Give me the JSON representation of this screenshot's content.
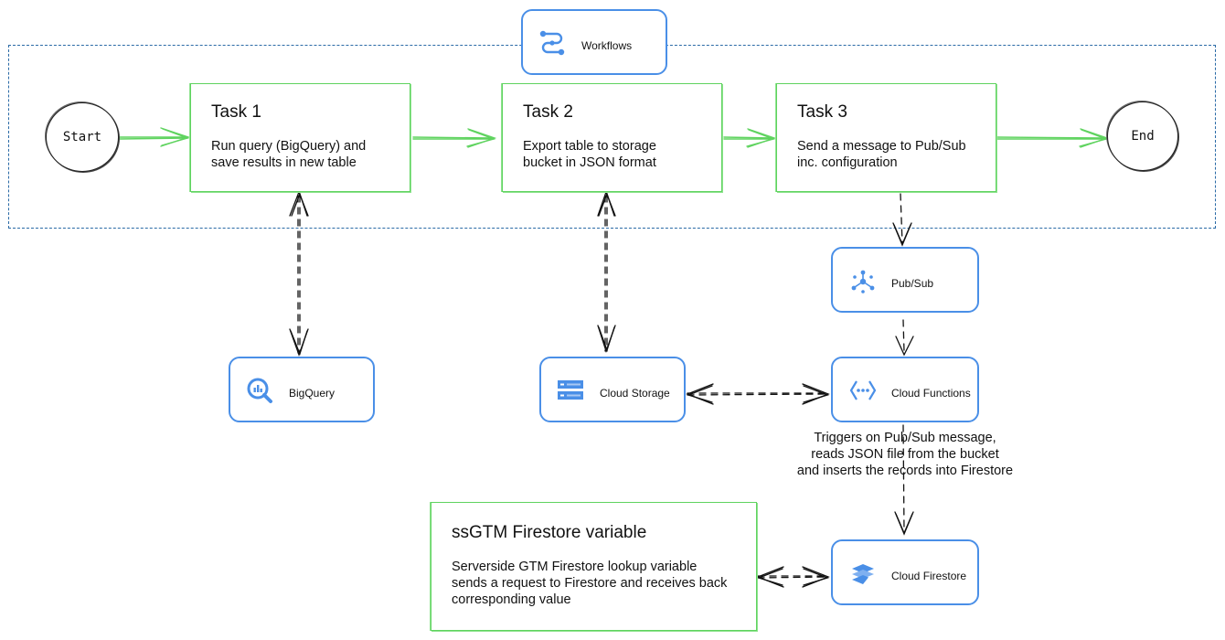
{
  "start_label": "Start",
  "end_label": "End",
  "workflows": {
    "label": "Workflows",
    "icon": "workflows-icon"
  },
  "tasks": [
    {
      "title": "Task 1",
      "desc": "Run query (BigQuery) and\nsave results in new table"
    },
    {
      "title": "Task 2",
      "desc": "Export table to storage\nbucket in JSON format"
    },
    {
      "title": "Task 3",
      "desc": "Send a message to Pub/Sub\ninc. configuration"
    }
  ],
  "services": {
    "bigquery": {
      "label": "BigQuery",
      "icon": "bigquery-icon"
    },
    "storage": {
      "label": "Cloud Storage",
      "icon": "cloud-storage-icon"
    },
    "pubsub": {
      "label": "Pub/Sub",
      "icon": "pubsub-icon"
    },
    "functions": {
      "label": "Cloud Functions",
      "icon": "cloud-functions-icon"
    },
    "firestore": {
      "label": "Cloud Firestore",
      "icon": "cloud-firestore-icon"
    }
  },
  "functions_note": "Triggers on Pub/Sub message,\nreads JSON file from the bucket\nand inserts the records into Firestore",
  "ssgtm": {
    "title": "ssGTM Firestore variable",
    "desc": "Serverside GTM Firestore lookup variable\nsends a request to Firestore and receives back\ncorresponding value"
  },
  "colors": {
    "task_border": "#5fd35f",
    "service_border": "#4a8fe7",
    "frame": "#2a6aa6",
    "icon_blue": "#4a8fe7"
  }
}
